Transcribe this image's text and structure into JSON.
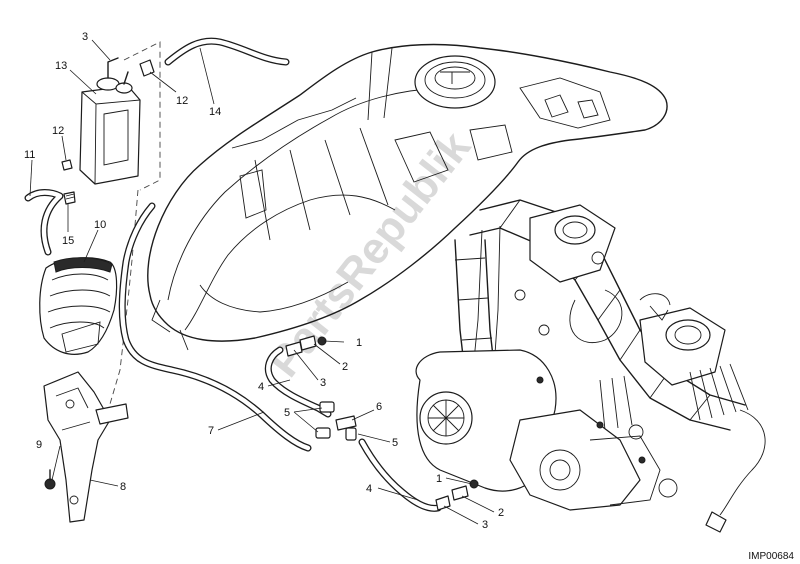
{
  "watermark": "PartsRepublik",
  "drawing_code": "IMP00684",
  "callouts": [
    {
      "id": "c-3a",
      "label": "3"
    },
    {
      "id": "c-13",
      "label": "13"
    },
    {
      "id": "c-12a",
      "label": "12"
    },
    {
      "id": "c-14",
      "label": "14"
    },
    {
      "id": "c-12b",
      "label": "12"
    },
    {
      "id": "c-11",
      "label": "11"
    },
    {
      "id": "c-15",
      "label": "15"
    },
    {
      "id": "c-10",
      "label": "10"
    },
    {
      "id": "c-1a",
      "label": "1"
    },
    {
      "id": "c-2a",
      "label": "2"
    },
    {
      "id": "c-3b",
      "label": "3"
    },
    {
      "id": "c-4a",
      "label": "4"
    },
    {
      "id": "c-5a",
      "label": "5"
    },
    {
      "id": "c-6",
      "label": "6"
    },
    {
      "id": "c-5b",
      "label": "5"
    },
    {
      "id": "c-7",
      "label": "7"
    },
    {
      "id": "c-9",
      "label": "9"
    },
    {
      "id": "c-8",
      "label": "8"
    },
    {
      "id": "c-1b",
      "label": "1"
    },
    {
      "id": "c-4b",
      "label": "4"
    },
    {
      "id": "c-2b",
      "label": "2"
    },
    {
      "id": "c-3c",
      "label": "3"
    }
  ]
}
